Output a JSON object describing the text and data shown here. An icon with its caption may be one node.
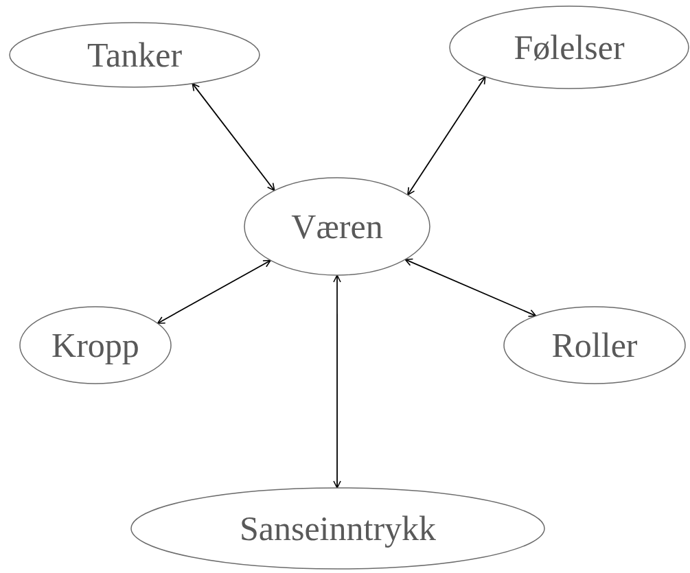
{
  "diagram": {
    "nodes": [
      {
        "text": [
          "Tanker"
        ]
      },
      {
        "text": [
          "Følelser"
        ]
      },
      {
        "text": [
          "Væren"
        ]
      },
      {
        "text": [
          "Kropp"
        ]
      },
      {
        "text": [
          "Roller"
        ]
      },
      {
        "text": [
          "Sanseinntrykk"
        ]
      }
    ],
    "edges": [
      {
        "from": 2,
        "to": 0,
        "arrow": "both"
      },
      {
        "from": 2,
        "to": 1,
        "arrow": "both"
      },
      {
        "from": 2,
        "to": 3,
        "arrow": "both"
      },
      {
        "from": 2,
        "to": 4,
        "arrow": "both"
      },
      {
        "from": 2,
        "to": 5,
        "arrow": "both"
      }
    ]
  }
}
